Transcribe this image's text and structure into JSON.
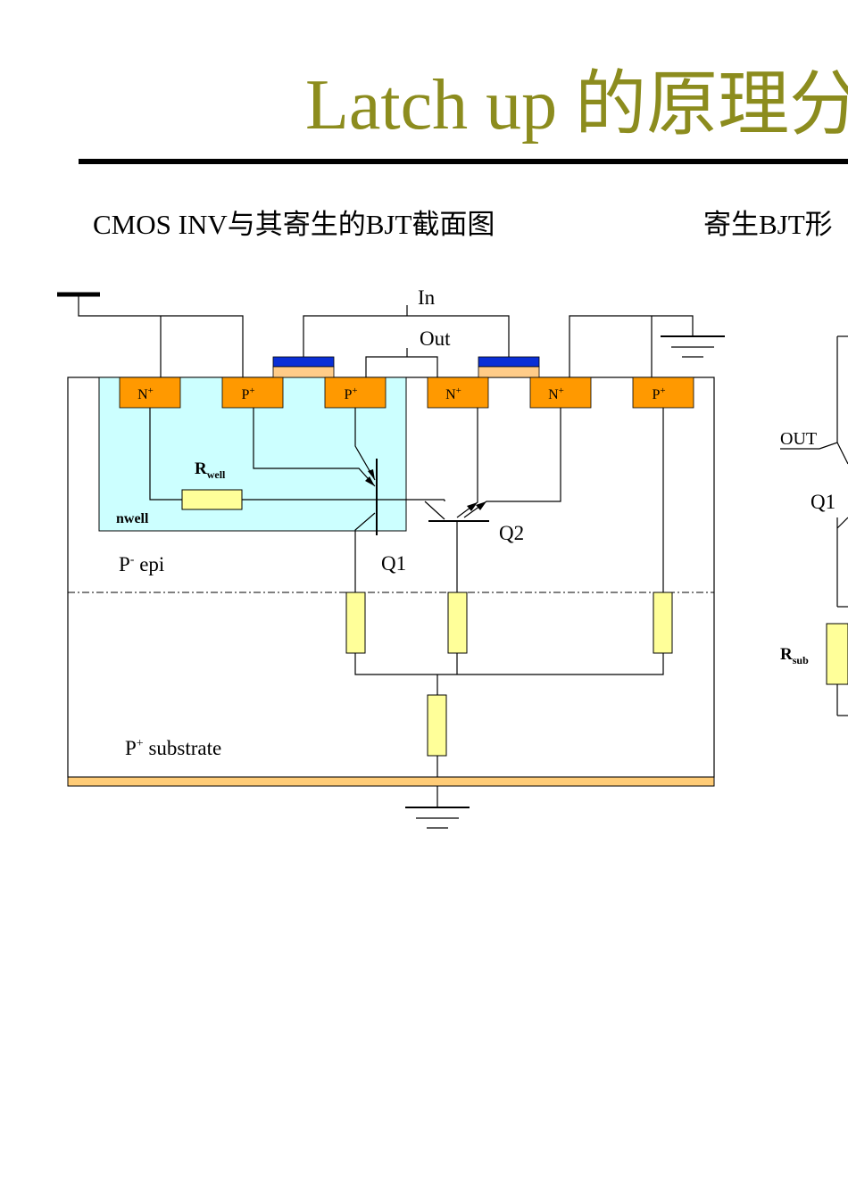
{
  "title": "Latch up 的原理分",
  "subtitle_left": "CMOS INV与其寄生的BJT截面图",
  "subtitle_right": "寄生BJT形",
  "labels": {
    "in": "In",
    "out": "Out",
    "n_plus": "N",
    "p_plus": "P",
    "plus_sup": "+",
    "r_well": "R",
    "r_well_sub": "well",
    "nwell": "nwell",
    "p_epi": "P",
    "p_epi_sup": "-",
    "p_epi_rest": " epi",
    "q1": "Q1",
    "q2": "Q2",
    "p_substrate": "P",
    "p_substrate_rest": " substrate",
    "right_out": "OUT",
    "right_q1": "Q1",
    "r_sub": "R",
    "r_sub_sub": "sub"
  },
  "colors": {
    "title": "#8c8c1e",
    "nwell_fill": "#ccffff",
    "diffusion_fill": "#ff9900",
    "gate_blue": "#0a2fd6",
    "gate_oxide": "#ffcc88",
    "resistor_fill": "#ffff99",
    "substrate_bar": "#ffcc77"
  }
}
